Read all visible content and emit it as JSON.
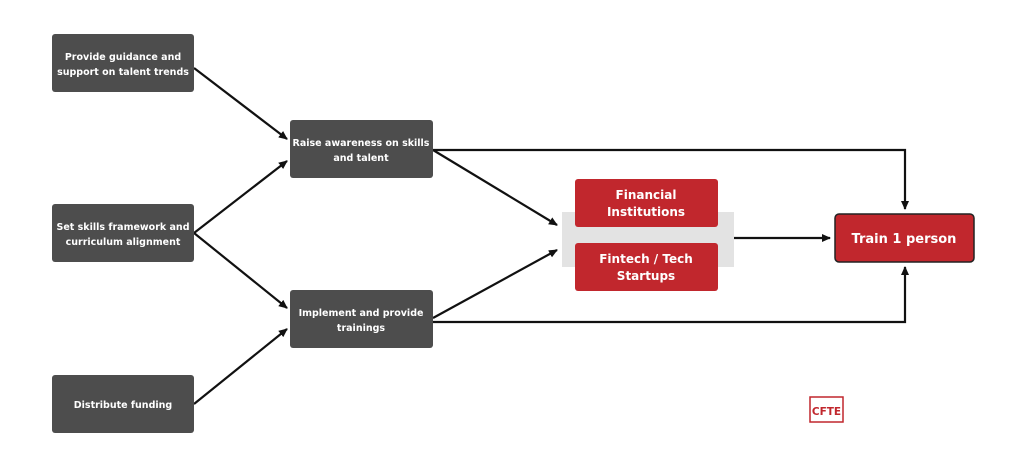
{
  "colors": {
    "dark_box": "#4d4d4d",
    "red_box": "#c1272d",
    "grey_band": "#e3e3e3",
    "arrow": "#111111",
    "logo": "#c1272d",
    "text_light": "#ffffff"
  },
  "nodes": {
    "guidance": {
      "line1": "Provide guidance and",
      "line2": "support on talent trends"
    },
    "skills_framework": {
      "line1": "Set skills framework and",
      "line2": "curriculum alignment"
    },
    "funding": {
      "line1": "Distribute funding"
    },
    "awareness": {
      "line1": "Raise awareness on skills",
      "line2": "and talent"
    },
    "trainings": {
      "line1": "Implement and provide",
      "line2": "trainings"
    },
    "financial_institutions": {
      "line1": "Financial",
      "line2": "Institutions"
    },
    "fintech_startups": {
      "line1": "Fintech / Tech",
      "line2": "Startups"
    },
    "train_person": {
      "line1": "Train 1 person"
    }
  },
  "logo": {
    "text": "CFTE"
  }
}
